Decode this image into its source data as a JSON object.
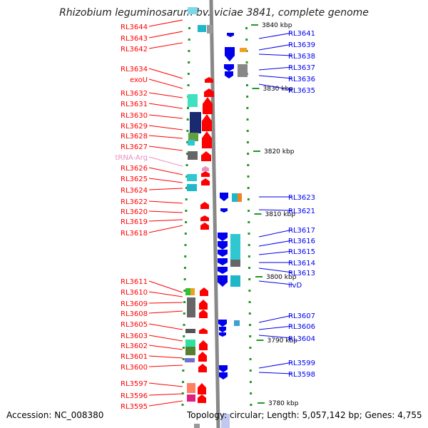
{
  "title": "Rhizobium leguminosarum bv. viciae 3841, complete genome",
  "footer": {
    "accession": "Accession: NC_008380",
    "summary": "Topology: circular; Length: 5,057,142 bp; Genes: 4,755"
  },
  "colors": {
    "forward_gene": "#ff0000",
    "reverse_gene": "#0000ee",
    "trna": "#e890c0",
    "backbone": "#888888",
    "tick": "#229922"
  },
  "scale_labels": [
    "3840 kbp",
    "3830 kbp",
    "3820 kbp",
    "3810 kbp",
    "3800 kbp",
    "3790 kbp",
    "3780 kbp"
  ],
  "left_labels": [
    "RL3644",
    "RL3643",
    "RL3642",
    "RL3634",
    "exoU",
    "RL3632",
    "RL3631",
    "RL3630",
    "RL3629",
    "RL3628",
    "RL3627",
    "tRNA-Arg",
    "RL3626",
    "RL3625",
    "RL3624",
    "RL3622",
    "RL3620",
    "RL3619",
    "RL3618",
    "RL3611",
    "RL3610",
    "RL3609",
    "RL3608",
    "RL3605",
    "RL3603",
    "RL3602",
    "RL3601",
    "RL3600",
    "RL3597",
    "RL3596",
    "RL3595"
  ],
  "right_labels": [
    "RL3641",
    "RL3639",
    "RL3638",
    "RL3637",
    "RL3636",
    "RL3635",
    "RL3623",
    "RL3621",
    "RL3617",
    "RL3616",
    "RL3615",
    "RL3614",
    "RL3613",
    "ilvD",
    "RL3607",
    "RL3606",
    "RL3604",
    "RL3599",
    "RL3598"
  ]
}
